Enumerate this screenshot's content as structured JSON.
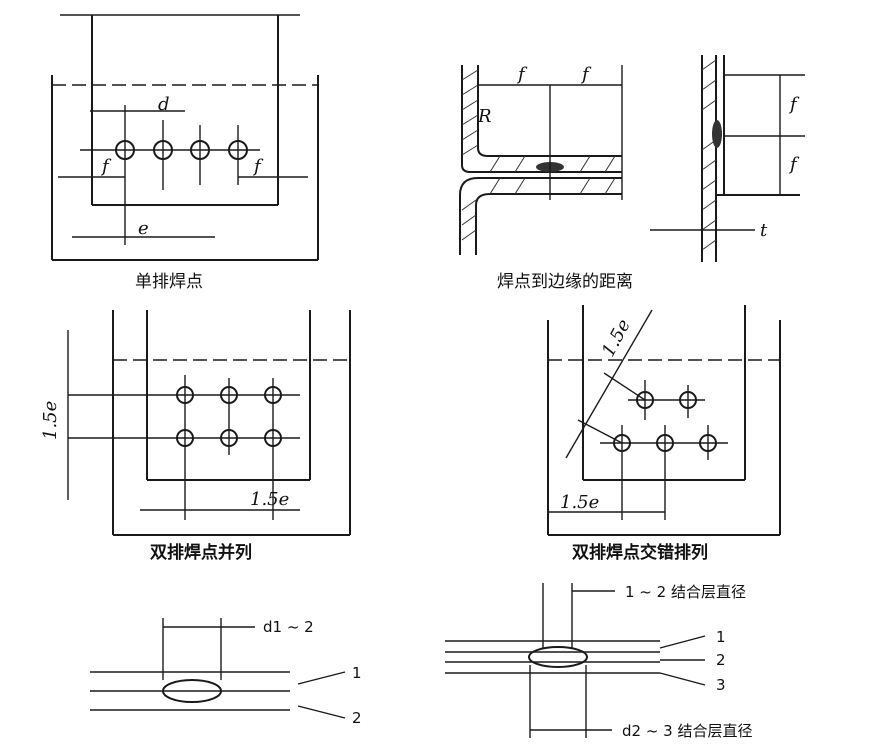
{
  "panels": {
    "single_row": {
      "caption": "单排焊点",
      "label_d": "d",
      "label_f_left": "f",
      "label_f_right": "f",
      "label_e": "e"
    },
    "edge_distance": {
      "caption": "焊点到边缘的距离",
      "label_f1": "f",
      "label_f2": "f",
      "label_R": "R",
      "label_fv1": "f",
      "label_fv2": "f",
      "label_t": "t"
    },
    "double_parallel": {
      "caption": "双排焊点并列",
      "label_15e_v": "1.5e",
      "label_15e_h": "1.5e"
    },
    "double_staggered": {
      "caption": "双排焊点交错排列",
      "label_15e_diag": "1.5e",
      "label_15e_h": "1.5e"
    },
    "nugget_two": {
      "label_d12": "d1 ~ 2",
      "label_1": "1",
      "label_2": "2"
    },
    "nugget_three": {
      "label_top": "1 ~ 2 结合层直径",
      "label_bottom": "d2 ~ 3 结合层直径",
      "label_1": "1",
      "label_2": "2",
      "label_3": "3"
    }
  }
}
